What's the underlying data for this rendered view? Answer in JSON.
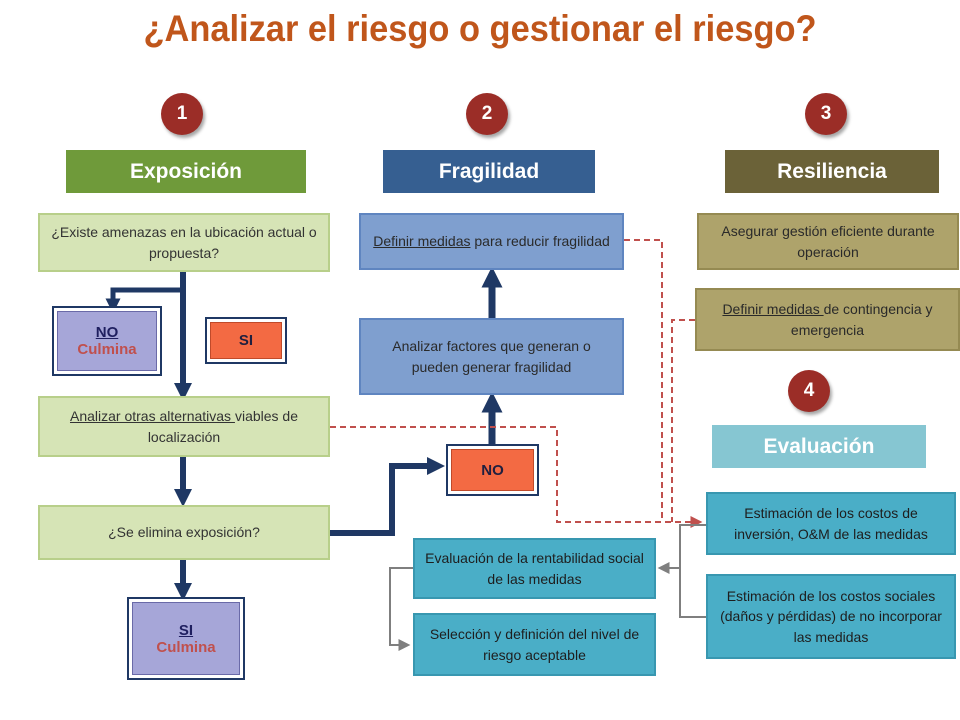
{
  "title": "¿Analizar el riesgo o gestionar el riesgo?",
  "steps": [
    "1",
    "2",
    "3",
    "4"
  ],
  "columns": {
    "exposure": "Exposición",
    "fragility": "Fragilidad",
    "resilience": "Resiliencia",
    "evaluation": "Evaluación"
  },
  "exposure_flow": {
    "threat_question": "¿Existe amenazas en la ubicación actual o propuesta?",
    "no_culmina": {
      "line1": "NO",
      "line2": "Culmina"
    },
    "si": "SI",
    "alt_underlined": "Analizar otras alternativas ",
    "alt_rest": "viables de localización",
    "eliminate_question": "¿Se elimina exposición?",
    "si_culmina": {
      "line1": "SI",
      "line2": "Culmina"
    }
  },
  "fragility_flow": {
    "define_underlined": "Definir medidas",
    "define_rest": " para reducir fragilidad",
    "analyze": "Analizar factores que generan o pueden generar fragilidad",
    "no": "NO"
  },
  "resilience_flow": {
    "management": "Asegurar gestión eficiente durante operación",
    "contingency_underlined": "Definir medidas ",
    "contingency_rest": "de contingencia y emergencia"
  },
  "evaluation_flow": {
    "investment_costs": "Estimación de los costos de inversión, O&M de las medidas",
    "social_costs": "Estimación de los costos sociales (daños y pérdidas) de no incorporar las medidas",
    "social_profitability": "Evaluación de la rentabilidad social de las medidas",
    "acceptable_risk": "Selección y definición del nivel de riesgo aceptable"
  },
  "colors": {
    "title": "#c0561b",
    "step_circle": "#9b2d27",
    "exposure_header": "#6f9a3a",
    "fragility_header": "#365f91",
    "resilience_header": "#6b6238",
    "evaluation_header": "#86c6d2",
    "arrow_navy": "#1f3864",
    "dashed_red": "#c0504d"
  }
}
